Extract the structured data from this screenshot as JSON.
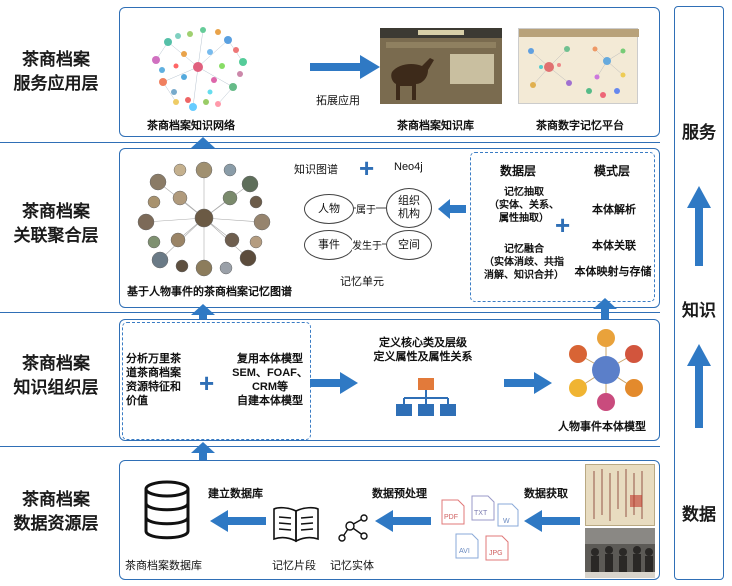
{
  "layers": [
    {
      "title": "茶商档案\n服务应用层"
    },
    {
      "title": "茶商档案\n关联聚合层"
    },
    {
      "title": "茶商档案\n知识组织层"
    },
    {
      "title": "茶商档案\n数据资源层"
    }
  ],
  "side": {
    "service": "服务",
    "knowledge": "知识",
    "data": "数据"
  },
  "service_layer": {
    "network_caption": "茶商档案知识网络",
    "expand_label": "拓展应用",
    "kb_caption": "茶商档案知识库",
    "platform_caption": "茶商数字记忆平台"
  },
  "association_layer": {
    "kg_label": "知识图谱",
    "neo4j_label": "Neo4j",
    "graph_caption": "基于人物事件的茶商档案记忆图谱",
    "unit_caption": "记忆单元",
    "nodes": {
      "person": "人物",
      "org": "组织\n机构",
      "event": "事件",
      "space": "空间"
    },
    "edges": {
      "belongs": "属于",
      "occurs": "发生于"
    },
    "data_layer_title": "数据层",
    "schema_layer_title": "模式层",
    "extract": "记忆抽取\n（实体、关系、\n属性抽取）",
    "fusion": "记忆融合\n（实体消歧、共指\n消解、知识合并）",
    "ontology_parse": "本体解析",
    "ontology_link": "本体关联",
    "ontology_map": "本体映射与存储"
  },
  "organization_layer": {
    "analyze": "分析万里茶\n道茶商档案\n资源特征和\n价值",
    "reuse": "复用本体模型\nSEM、FOAF、\nCRM等\n自建本体模型",
    "define": "定义核心类及层级\n定义属性及属性关系",
    "model_caption": "人物事件本体模型"
  },
  "resource_layer": {
    "build_db": "建立数据库",
    "preprocess": "数据预处理",
    "acquire": "数据获取",
    "db_caption": "茶商档案数据库",
    "fragment_caption": "记忆片段",
    "entity_caption": "记忆实体",
    "file_types": [
      "PDF",
      "TXT",
      "W",
      "AVI",
      "JPG"
    ]
  },
  "colors": {
    "accent": "#2f6fb6",
    "arrow": "#2f79c4"
  }
}
